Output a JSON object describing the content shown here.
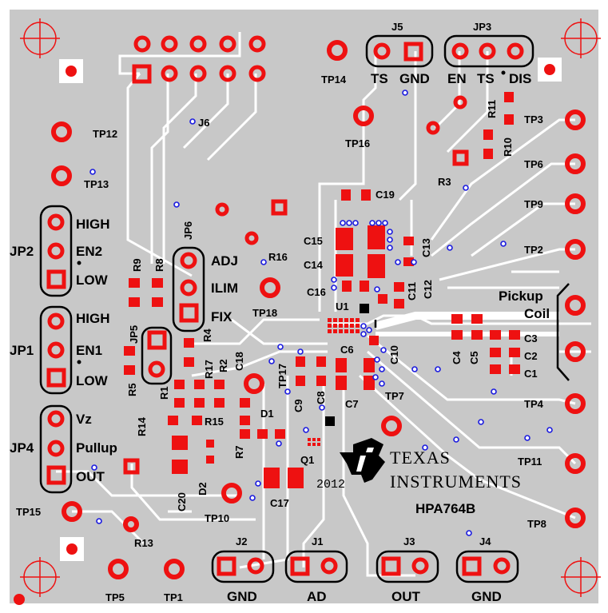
{
  "board": {
    "name": "HPA764B",
    "year": "2012",
    "logo_line1": "TEXAS",
    "logo_line2": "INSTRUMENTS"
  },
  "connectors": {
    "j1": {
      "ref": "J1",
      "label": "AD"
    },
    "j2": {
      "ref": "J2",
      "label": "GND"
    },
    "j3": {
      "ref": "J3",
      "label": "OUT"
    },
    "j4": {
      "ref": "J4",
      "label": "GND"
    },
    "j5": {
      "ref": "J5",
      "pin1": "TS",
      "pin2": "GND"
    },
    "j6": {
      "ref": "J6"
    }
  },
  "jumpers": {
    "jp1": {
      "ref": "JP1",
      "top": "HIGH",
      "mid": "EN1",
      "bot": "LOW"
    },
    "jp2": {
      "ref": "JP2",
      "top": "HIGH",
      "mid": "EN2",
      "bot": "LOW"
    },
    "jp3": {
      "ref": "JP3",
      "pin1": "EN",
      "pin2": "TS",
      "pin3": "DIS"
    },
    "jp4": {
      "ref": "JP4",
      "top": "Vz",
      "mid": "Pullup",
      "bot": "OUT"
    },
    "jp5": {
      "ref": "JP5"
    },
    "jp6": {
      "ref": "JP6",
      "top": "ADJ",
      "mid": "ILIM",
      "bot": "FIX"
    }
  },
  "coil": {
    "line1": "Pickup",
    "line2": "Coil"
  },
  "test_points": {
    "tp1": "TP1",
    "tp2": "TP2",
    "tp3": "TP3",
    "tp4": "TP4",
    "tp5": "TP5",
    "tp6": "TP6",
    "tp7": "TP7",
    "tp8": "TP8",
    "tp9": "TP9",
    "tp10": "TP10",
    "tp11": "TP11",
    "tp12": "TP12",
    "tp13": "TP13",
    "tp14": "TP14",
    "tp15": "TP15",
    "tp16": "TP16",
    "tp17": "TP17",
    "tp18": "TP18"
  },
  "parts": {
    "u1": "U1",
    "q1": "Q1",
    "d1": "D1",
    "d2": "D2",
    "r1": "R1",
    "r2": "R2",
    "r3": "R3",
    "r4": "R4",
    "r5": "R5",
    "r7": "R7",
    "r8": "R8",
    "r9": "R9",
    "r10": "R10",
    "r11": "R11",
    "r13": "R13",
    "r14": "R14",
    "r15": "R15",
    "r16": "R16",
    "r17": "R17",
    "c1": "C1",
    "c2": "C2",
    "c3": "C3",
    "c4": "C4",
    "c5": "C5",
    "c6": "C6",
    "c7": "C7",
    "c8": "C8",
    "c9": "C9",
    "c10": "C10",
    "c11": "C11",
    "c12": "C12",
    "c13": "C13",
    "c14": "C14",
    "c15": "C15",
    "c16": "C16",
    "c17": "C17",
    "c18": "C18",
    "c19": "C19",
    "c20": "C20"
  },
  "colors": {
    "board": "#c8c8c8",
    "trace": "#ffffff",
    "pad": "#ee1111",
    "via": "#1a1adf",
    "silk": "#000000"
  }
}
